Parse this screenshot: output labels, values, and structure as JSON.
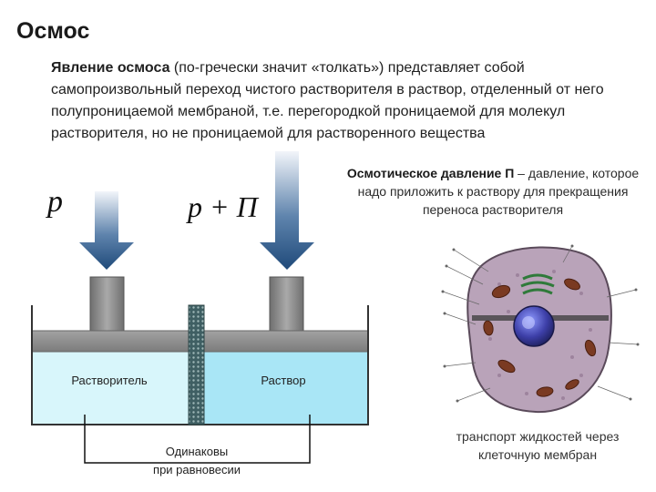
{
  "title": "Осмос",
  "intro": {
    "term": "Явление осмоса",
    "text": " (по-гречески значит «толкать») представляет собой самопроизвольный переход чистого растворителя в раствор, отделенный от него полупроницаемой мембраной, т.е. перегородкой проницаемой для молекул растворителя, но не проницаемой для растворенного вещества"
  },
  "pressure": {
    "term": "Осмотическое давление П",
    "text": " – давление, которое надо приложить к раствору для прекращения переноса растворителя"
  },
  "diagram": {
    "left_pressure": "p",
    "right_pressure": "p + ",
    "right_pressure_pi": "Π",
    "solvent_label": "Растворитель",
    "solution_label": "Раствор",
    "equal_line1": "Одинаковы",
    "equal_line2": "при равновесии"
  },
  "cell": {
    "caption": "транспорт жидкостей через клеточную мембран"
  },
  "colors": {
    "arrow_dark": "#1f4a7a",
    "arrow_light": "#f2f5fa",
    "piston": "#8d8d8d",
    "solvent_water": "#d8f6fb",
    "solution_water": "#a9e6f6",
    "membrane": "#3f5f63",
    "cell_cytoplasm": "#b9a3b9",
    "nucleus": "#3d3fa8"
  }
}
